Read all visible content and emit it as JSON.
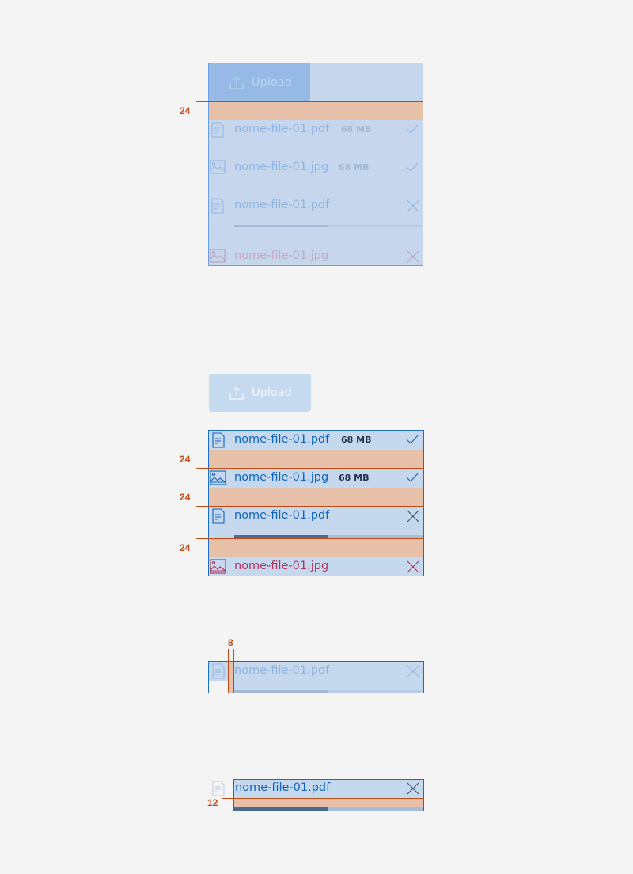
{
  "colors": {
    "background": "#f4f4f4",
    "accent": "#0f62c0",
    "error": "#b0335e",
    "spacing": "#e6c0a8",
    "marker": "#c44a14",
    "progress_fill": "#4a6a92",
    "progress_track": "#a7bcd8"
  },
  "sections": [
    {
      "name": "upload-to-list-spacing",
      "upload_label": "Upload",
      "spacing_label": "24",
      "files": [
        {
          "name": "nome-file-01.pdf",
          "size": "68 MB",
          "type": "document",
          "status": "done"
        },
        {
          "name": "nome-file-01.jpg",
          "size": "68 MB",
          "type": "image",
          "status": "done"
        },
        {
          "name": "nome-file-01.pdf",
          "size": "",
          "type": "document",
          "status": "uploading",
          "progress": 50
        },
        {
          "name": "nome-file-01.jpg",
          "size": "",
          "type": "image",
          "status": "error"
        }
      ]
    },
    {
      "name": "item-spacing",
      "upload_label": "Upload",
      "spacing_labels": [
        "24",
        "24",
        "24"
      ],
      "files": [
        {
          "name": "nome-file-01.pdf",
          "size": "68 MB",
          "type": "document",
          "status": "done"
        },
        {
          "name": "nome-file-01.jpg",
          "size": "68 MB",
          "type": "image",
          "status": "done"
        },
        {
          "name": "nome-file-01.pdf",
          "size": "",
          "type": "document",
          "status": "uploading",
          "progress": 50
        },
        {
          "name": "nome-file-01.jpg",
          "size": "",
          "type": "image",
          "status": "error"
        }
      ]
    },
    {
      "name": "icon-to-text-spacing",
      "spacing_label": "8",
      "file": {
        "name": "nome-file-01.pdf",
        "type": "document",
        "status": "uploading",
        "progress": 50
      }
    },
    {
      "name": "text-to-progress-spacing",
      "spacing_label": "12",
      "file": {
        "name": "nome-file-01.pdf",
        "type": "document",
        "status": "uploading",
        "progress": 50
      }
    }
  ]
}
